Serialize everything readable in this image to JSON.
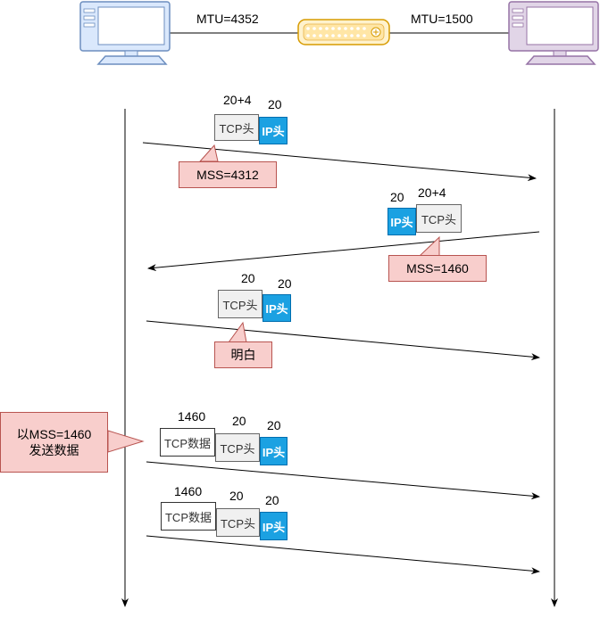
{
  "topology": {
    "mtu_left": "MTU=4352",
    "mtu_right": "MTU=1500"
  },
  "packets": [
    {
      "tcp": "TCP头",
      "ip": "IP头",
      "tcp_size": "20+4",
      "ip_size": "20"
    },
    {
      "tcp": "TCP头",
      "ip": "IP头",
      "tcp_size": "20+4",
      "ip_size": "20"
    },
    {
      "tcp": "TCP头",
      "ip": "IP头",
      "tcp_size": "20",
      "ip_size": "20"
    },
    {
      "data": "TCP数据",
      "tcp": "TCP头",
      "ip": "IP头",
      "data_size": "1460",
      "tcp_size": "20",
      "ip_size": "20"
    },
    {
      "data": "TCP数据",
      "tcp": "TCP头",
      "ip": "IP头",
      "data_size": "1460",
      "tcp_size": "20",
      "ip_size": "20"
    }
  ],
  "notes": {
    "mss_client": "MSS=4312",
    "mss_server": "MSS=1460",
    "ack": "明白",
    "send_line1": "以MSS=1460",
    "send_line2": "发送数据"
  },
  "colors": {
    "ip_header": "#1ba1e2",
    "tcp_header": "#f0f0f0",
    "note_fill": "#f8cecc",
    "note_border": "#b85450",
    "left_host": "#dae8fc",
    "right_host": "#e1d5e7",
    "switch": "#fff2cc"
  },
  "icons": [
    "computer-icon",
    "switch-icon",
    "computer-icon"
  ]
}
